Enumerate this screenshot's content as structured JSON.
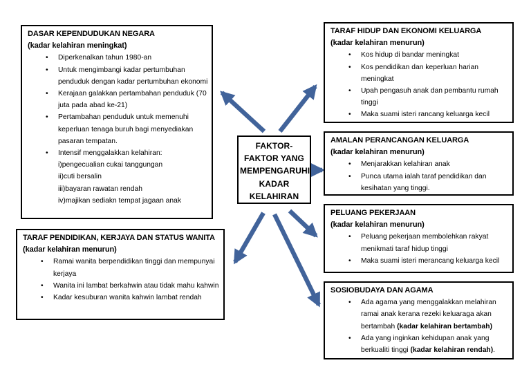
{
  "colors": {
    "arrow": "#41639A"
  },
  "center": {
    "lines": [
      "FAKTOR-",
      "FAKTOR YANG",
      "MEMPENGARUHI",
      "KADAR",
      "KELAHIRAN"
    ]
  },
  "boxes": {
    "dasar": {
      "title": "DASAR KEPENDUDUKAN NEGARA",
      "subtitle": "(kadar kelahiran meningkat)",
      "bullets": [
        "Diperkenalkan tahun 1980-an",
        "Untuk mengimbangi kadar pertumbuhan penduduk dengan kadar pertumbuhan ekonomi",
        "Kerajaan galakkan pertambahan penduduk (70 juta pada abad ke-21)",
        "Pertambahan penduduk untuk memenuhi keperluan tenaga buruh bagi menyediakan pasaran tempatan.",
        "Intensif menggalakkan kelahiran:"
      ],
      "sublist": [
        "i)pengecualian cukai tanggungan",
        "ii)cuti bersalin",
        "iii)bayaran rawatan rendah",
        "iv)majikan sediakn tempat jagaan anak"
      ]
    },
    "pendidikan": {
      "title": "TARAF PENDIDIKAN, KERJAYA DAN STATUS WANITA",
      "subtitle": "(kadar kelahiran menurun)",
      "bullets": [
        "Ramai wanita berpendidikan tinggi dan mempunyai kerjaya",
        "Wanita ini lambat berkahwin atau tidak mahu kahwin",
        "Kadar kesuburan wanita kahwin lambat rendah"
      ]
    },
    "hidup": {
      "title": "TARAF HIDUP DAN EKONOMI KELUARGA",
      "subtitle": "(kadar kelahiran menurun)",
      "bullets": [
        "Kos hidup di bandar meningkat",
        "Kos pendidikan dan keperluan harian meningkat",
        "Upah pengasuh anak dan pembantu rumah tinggi",
        "Maka suami isteri rancang keluarga kecil"
      ]
    },
    "amalan": {
      "title": "AMALAN PERANCANGAN KELUARGA",
      "subtitle": "(kadar kelahiran menurun)",
      "bullets": [
        "Menjarakkan kelahiran anak",
        "Punca utama ialah taraf pendidikan dan kesihatan yang tinggi."
      ]
    },
    "peluang": {
      "title": "PELUANG PEKERJAAN",
      "subtitle": "(kadar kelahiran menurun)",
      "bullets": [
        "Peluang pekerjaan membolehkan rakyat menikmati taraf hidup tinggi",
        "Maka suami isteri merancang keluarga kecil"
      ]
    },
    "sosio": {
      "title": "SOSIOBUDAYA DAN AGAMA",
      "bullets": [
        {
          "pre": "Ada agama yang menggalakkan melahiran ramai anak kerana rezeki keluaraga akan bertambah ",
          "bold": "(kadar kelahiran bertambah)",
          "post": ""
        },
        {
          "pre": "Ada yang inginkan kehidupan anak yang berkualiti tinggi ",
          "bold": "(kadar kelahiran rendah)",
          "post": "."
        }
      ]
    }
  }
}
